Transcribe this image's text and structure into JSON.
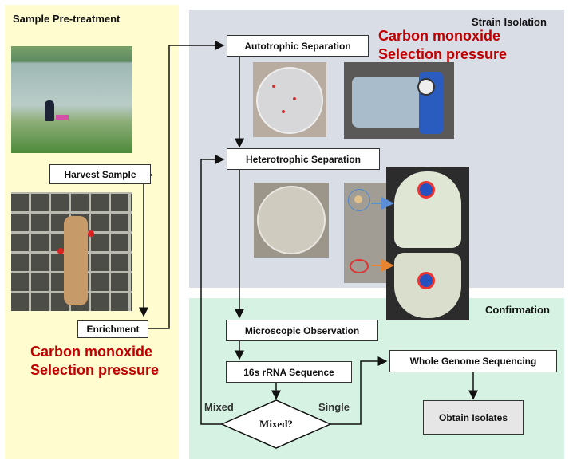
{
  "panels": {
    "pretreatment_title": "Sample Pre-treatment",
    "isolation_title": "Strain Isolation",
    "confirmation_title": "Confirmation"
  },
  "nodes": {
    "harvest": "Harvest Sample",
    "enrichment": "Enrichment",
    "autotrophic": "Autotrophic Separation",
    "heterotrophic": "Heterotrophic Separation",
    "microscopic": "Microscopic Observation",
    "rrna": "16s rRNA Sequence",
    "mixed_decision": "Mixed?",
    "wgs": "Whole Genome Sequencing",
    "obtain": "Obtain Isolates"
  },
  "annotations": {
    "co_top_line1": "Carbon monoxide",
    "co_top_line2": "Selection pressure",
    "co_left_line1": "Carbon monoxide",
    "co_left_line2": "Selection pressure"
  },
  "edge_labels": {
    "mixed": "Mixed",
    "single": "Single"
  },
  "colors": {
    "pretreatment_bg": "#fffdd0",
    "isolation_bg": "#d9dde6",
    "confirmation_bg": "#d5f2e2",
    "accent_red": "#c00000"
  }
}
